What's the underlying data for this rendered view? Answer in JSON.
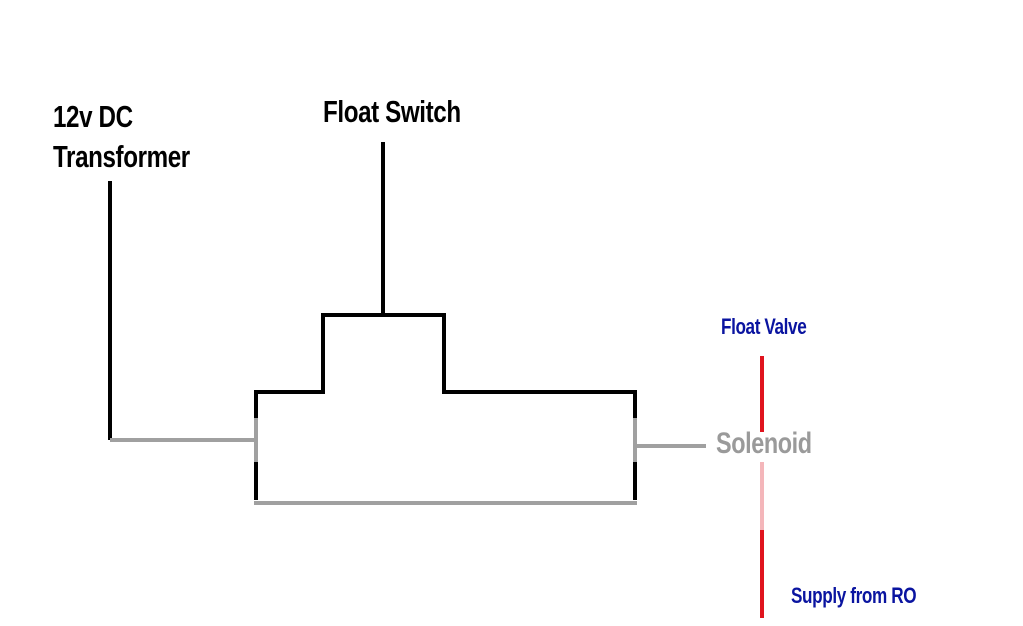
{
  "labels": {
    "transformer_line1": "12v DC",
    "transformer_line2": "Transformer",
    "float_switch": "Float Switch",
    "float_valve": "Float Valve",
    "solenoid": "Solenoid",
    "supply": "Supply from RO"
  },
  "colors": {
    "background": "#ffffff",
    "wire_dark": "#000000",
    "wire_light": "#a0a0a0",
    "water_line": "#e0141e",
    "water_label": "#0a14a0",
    "solenoid_label": "#9a9a9a"
  }
}
